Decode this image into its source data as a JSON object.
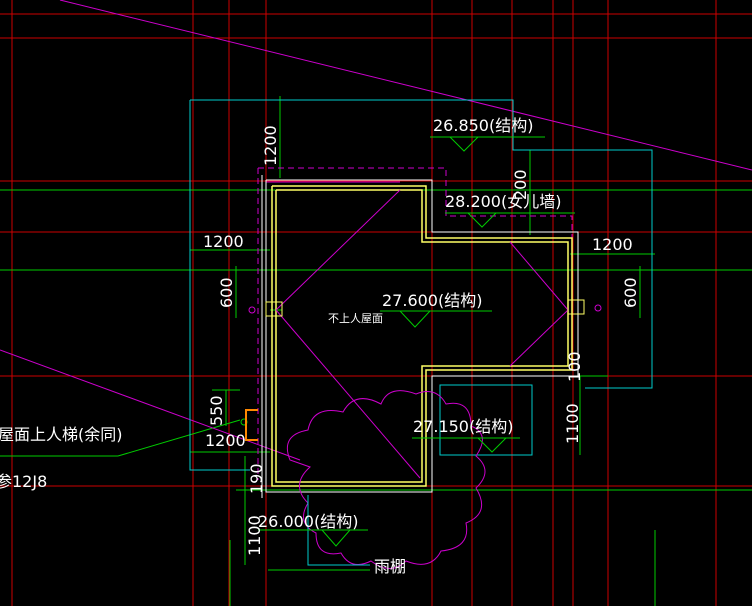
{
  "drawing": {
    "colors": {
      "background": "#000000",
      "axis_red": "#cc0000",
      "dim_green": "#00cc00",
      "outline_cyan": "#00cccc",
      "magenta": "#cc00cc",
      "yellow": "#ffff66",
      "orange": "#ff8800",
      "text": "#ffffff"
    },
    "elevations": {
      "top": "26.850(结构)",
      "parapet": "28.200(女儿墙)",
      "roof": "27.600(结构)",
      "mid": "27.150(结构)",
      "bottom": "26.000(结构)"
    },
    "dimensions": {
      "d1": "1200",
      "d2": "1200",
      "d3": "1200",
      "d4": "600",
      "d5": "600",
      "d6": "550",
      "d7": "1200",
      "d8": "190",
      "d9": "1100",
      "d10": "1100",
      "d11": "100",
      "d12": "200"
    },
    "labels": {
      "roof_note": "不上人屋面",
      "ladder_note": "屋面上人梯(余同)",
      "reference": "参12J8",
      "canopy": "雨棚"
    }
  }
}
